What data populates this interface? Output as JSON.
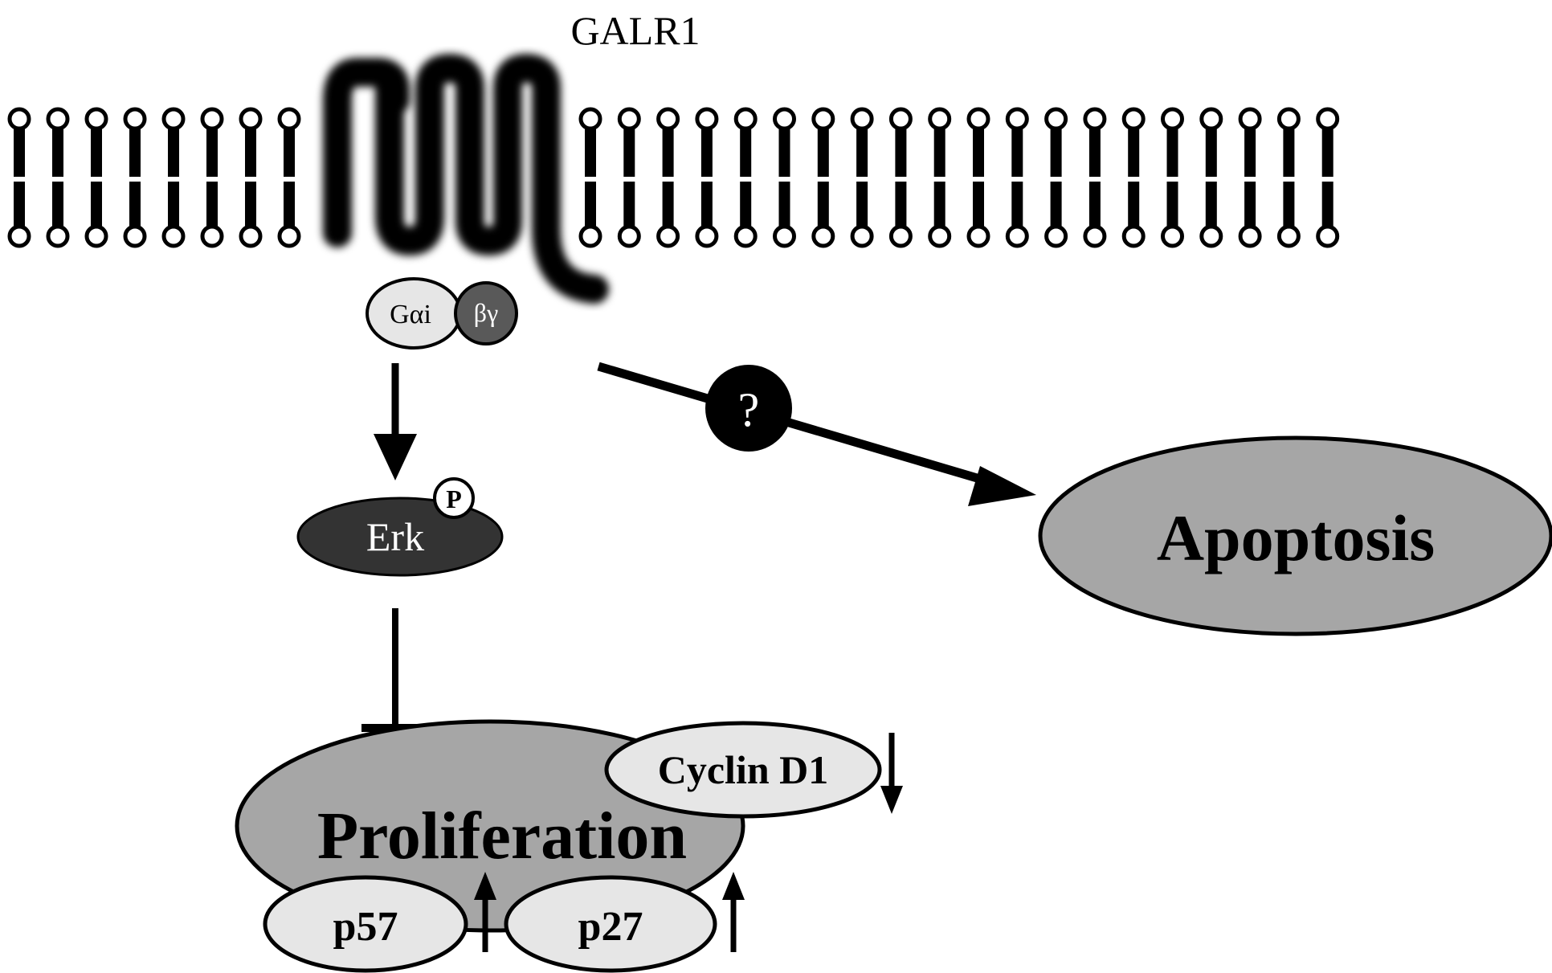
{
  "receptor": {
    "name": "GALR1"
  },
  "g_protein": {
    "alpha_label": "Gαi",
    "betagamma_label": "βγ",
    "colors": {
      "alpha": "#e6e6e6",
      "betagamma": "#595959"
    }
  },
  "erk": {
    "label": "Erk",
    "phospho_label": "P",
    "color": "#333333"
  },
  "question": {
    "label": "?"
  },
  "outcomes": {
    "apoptosis": "Apoptosis",
    "proliferation": "Proliferation",
    "fill_color": "#a6a6a6"
  },
  "regulators": {
    "cyclin_d1": "Cyclin D1",
    "p57": "p57",
    "p27": "p27",
    "fill_color": "#e6e6e6"
  },
  "relations": [
    {
      "from": "Gαi",
      "to": "Erk",
      "type": "activation"
    },
    {
      "from": "Erk",
      "to": "Proliferation",
      "type": "inhibition"
    },
    {
      "from": "GALR1",
      "to": "Apoptosis",
      "type": "activation",
      "qualifier": "?"
    },
    {
      "target": "Cyclin D1",
      "change": "down"
    },
    {
      "target": "p57",
      "change": "up"
    },
    {
      "target": "p27",
      "change": "up"
    }
  ]
}
